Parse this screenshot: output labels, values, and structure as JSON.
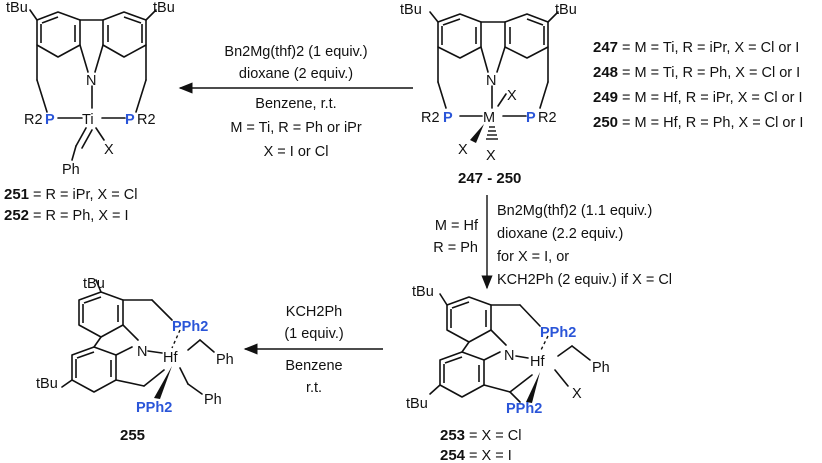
{
  "scheme": {
    "top_left_product": {
      "tBu_left": "tBu",
      "tBu_right": "tBu",
      "N": "N",
      "metal": "Ti",
      "P_left": "P",
      "R2_left": "R2",
      "P_right": "P",
      "R2_right": "R2",
      "X": "X",
      "Ph": "Ph",
      "labels": [
        {
          "num": "251",
          "text": " = R = iPr, X = Cl"
        },
        {
          "num": "252",
          "text": " = R = Ph, X = I"
        }
      ]
    },
    "top_arrow": {
      "line1": "Bn2Mg(thf)2 (1 equiv.)",
      "line2": "dioxane (2 equiv.)",
      "line3": "Benzene, r.t.",
      "line4": "M = Ti, R = Ph or iPr",
      "line5": "X = I or Cl"
    },
    "starting_material": {
      "tBu_left": "tBu",
      "tBu_right": "tBu",
      "N": "N",
      "metal": "M",
      "X1": "X",
      "X2": "X",
      "X3": "X",
      "P_left": "P",
      "R2_left": "R2",
      "P_right": "P",
      "R2_right": "R2",
      "label": "247 - 250",
      "legend": [
        {
          "num": "247",
          "text": " = M = Ti, R = iPr, X = Cl or I"
        },
        {
          "num": "248",
          "text": " = M = Ti, R = Ph, X = Cl or I"
        },
        {
          "num": "249",
          "text": " = M = Hf, R = iPr, X = Cl or I"
        },
        {
          "num": "250",
          "text": " = M = Hf, R = Ph, X = Cl or I"
        }
      ]
    },
    "down_arrow": {
      "left1": "M = Hf",
      "left2": "R = Ph",
      "right1": "Bn2Mg(thf)2 (1.1 equiv.)",
      "right2": "dioxane (2.2 equiv.)",
      "right3": "for X = I, or",
      "right4": "KCH2Ph (2 equiv.) if X = Cl"
    },
    "bottom_right": {
      "tBu_top": "tBu",
      "tBu_bottom": "tBu",
      "N": "N",
      "metal": "Hf",
      "PPh2_top": "PPh2",
      "PPh2_bottom": "PPh2",
      "Ph": "Ph",
      "X": "X",
      "labels": [
        {
          "num": "253",
          "text": " = X = Cl"
        },
        {
          "num": "254",
          "text": " = X = I"
        }
      ]
    },
    "bottom_arrow": {
      "line1": "KCH2Ph",
      "line2": "(1 equiv.)",
      "line3": "Benzene",
      "line4": "r.t."
    },
    "bottom_left": {
      "tBu_top": "tBu",
      "tBu_bottom": "tBu",
      "N": "N",
      "metal": "Hf",
      "PPh2_top": "PPh2",
      "PPh2_bottom": "PPh2",
      "Ph1": "Ph",
      "Ph2": "Ph",
      "label": "255"
    }
  }
}
